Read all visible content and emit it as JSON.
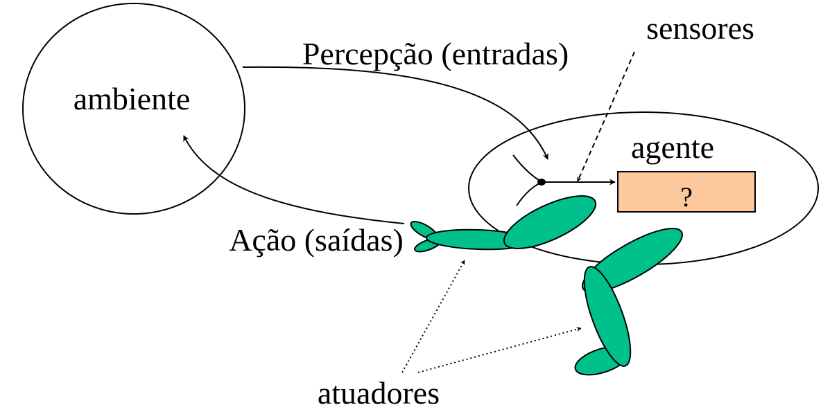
{
  "labels": {
    "environment": "ambiente",
    "perception": "Percepção (entradas)",
    "sensors": "sensores",
    "agent": "agente",
    "unknown_box": "?",
    "action": "Ação (saídas)",
    "actuators": "atuadores"
  },
  "colors": {
    "stroke": "#000000",
    "actuator_fill": "#00c08b",
    "box_fill": "#fbc99b"
  }
}
